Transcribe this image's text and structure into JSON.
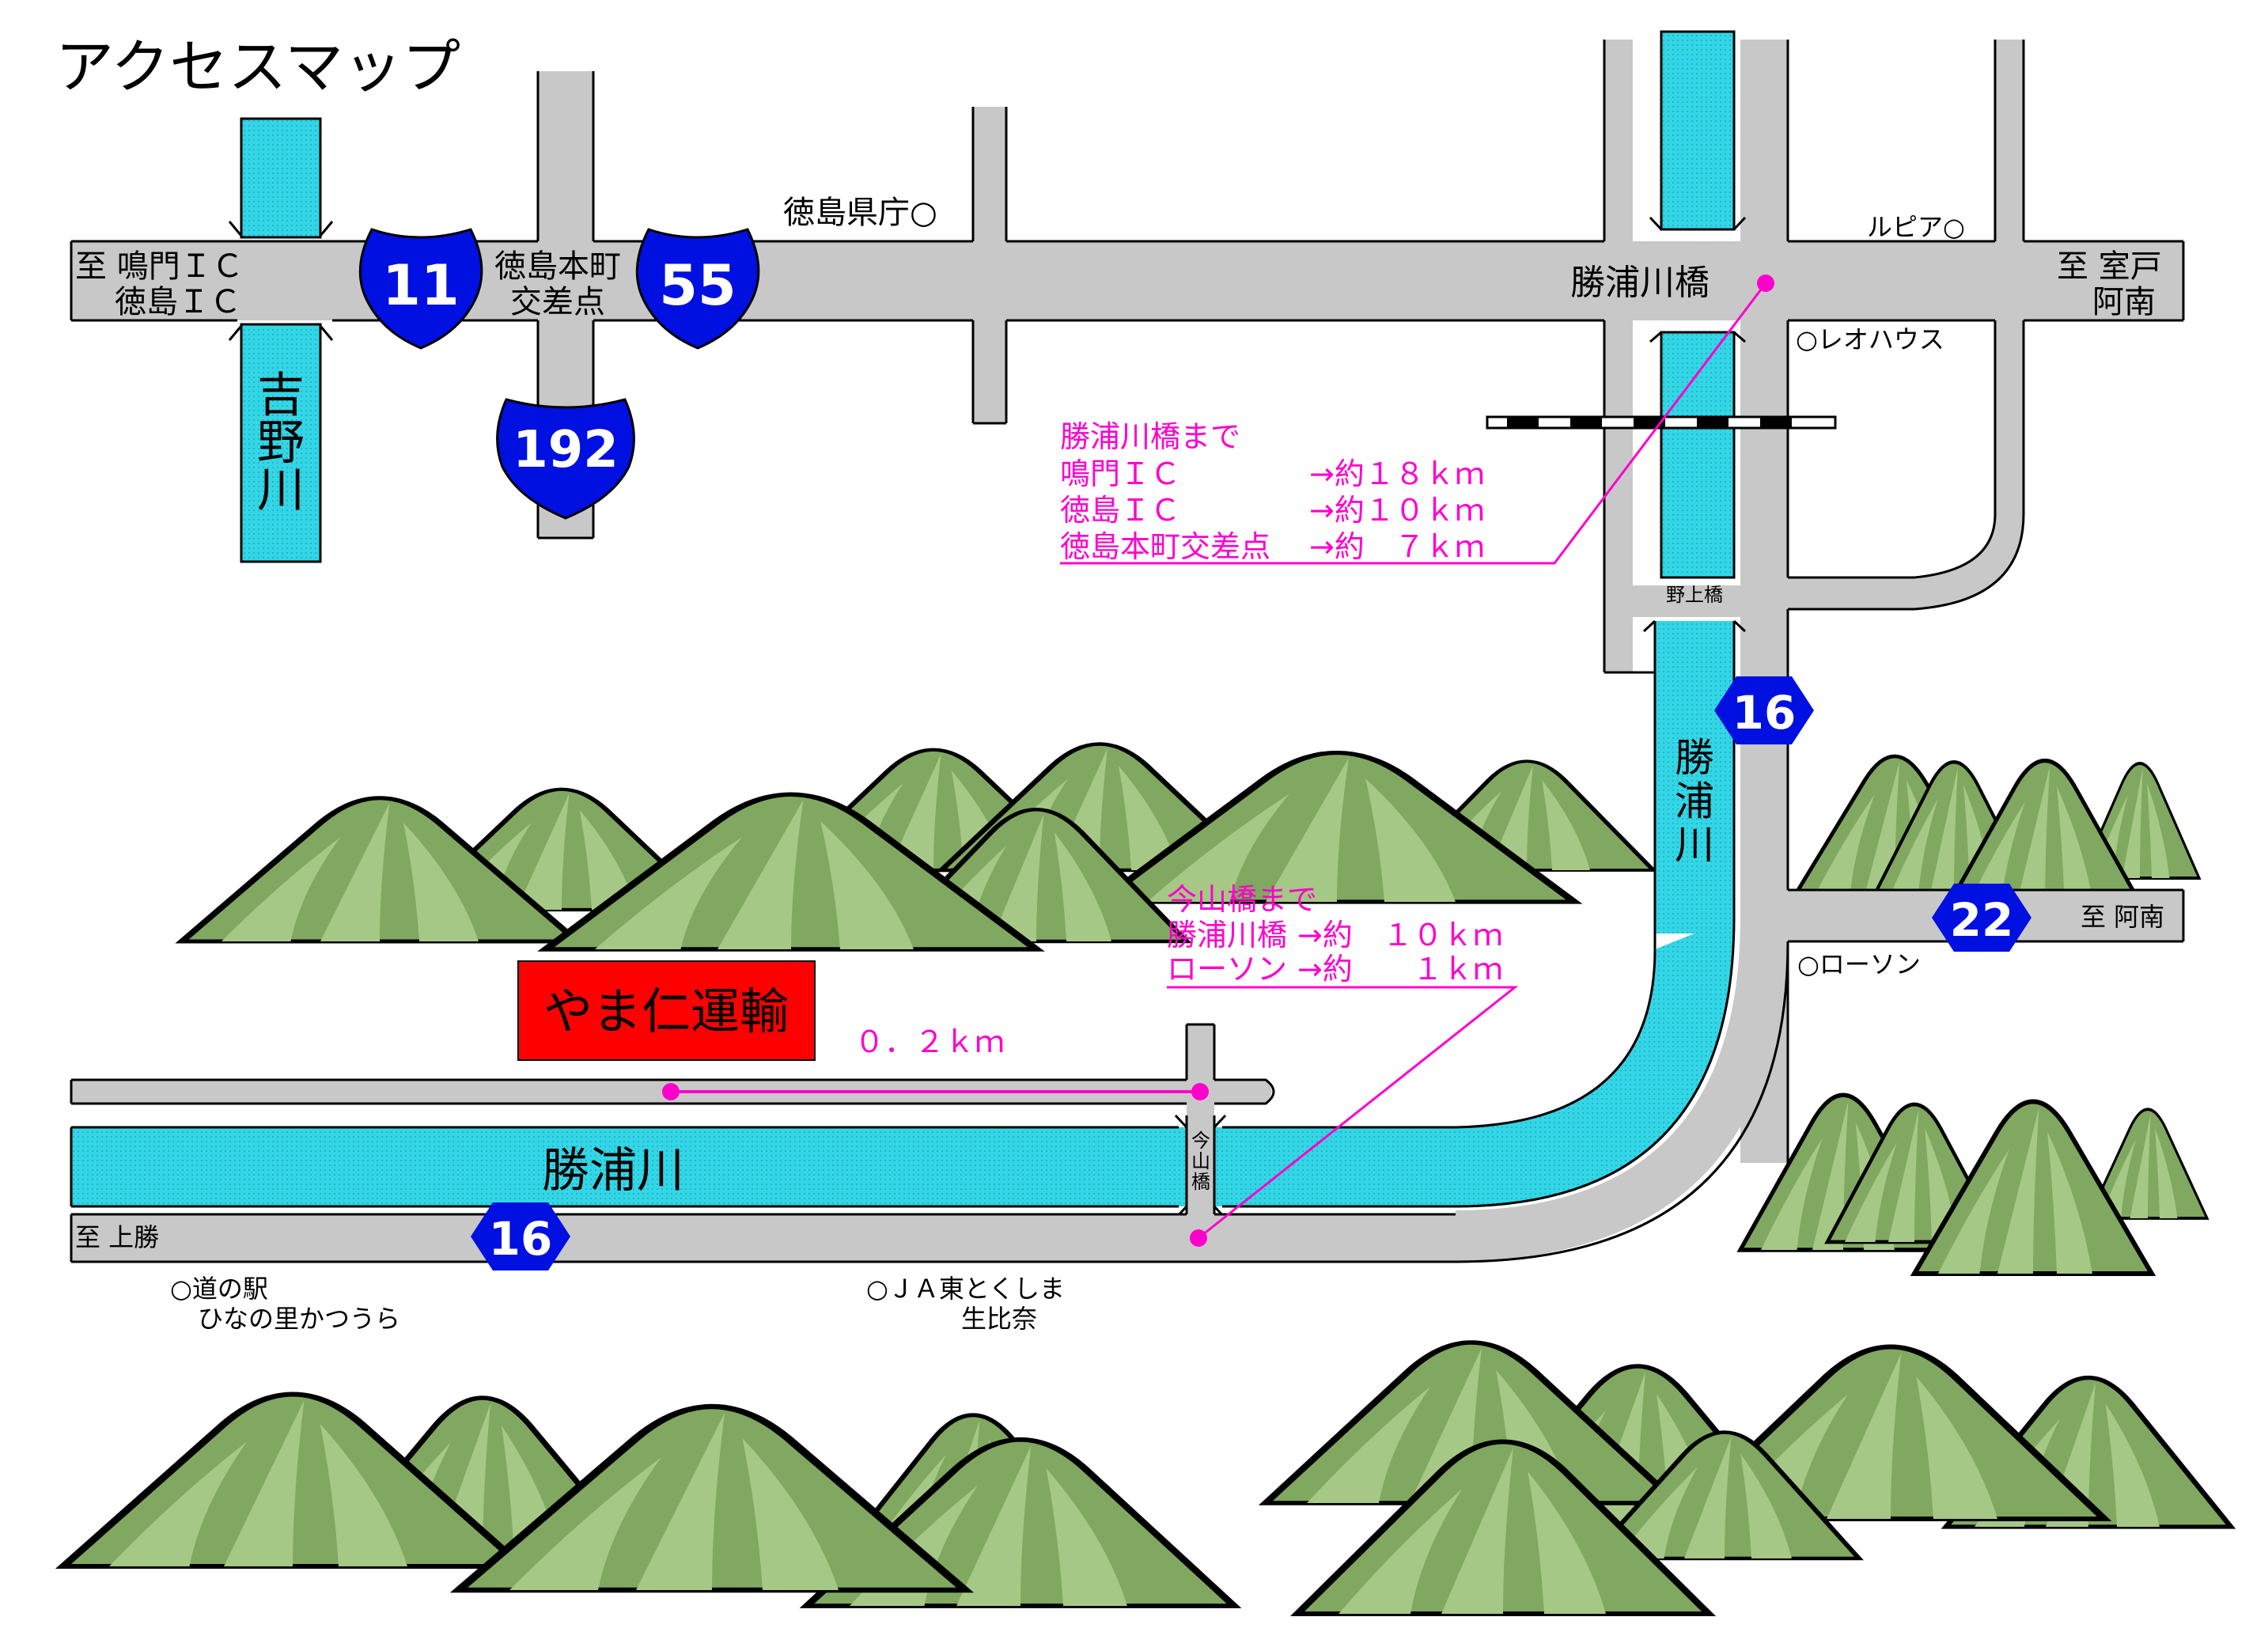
{
  "title": "アクセスマップ",
  "company": "やま仁運輸",
  "colors": {
    "river": "#33d6e6",
    "road": "#c8c8c8",
    "route_shield": "#0010e0",
    "company_box": "#ff0000",
    "annotation": "#ff00cc",
    "mountain": "#80a860"
  },
  "routes": {
    "r11": "11",
    "r55": "55",
    "r192": "192",
    "r16a": "16",
    "r16b": "16",
    "r22": "22"
  },
  "rivers": {
    "yoshino": [
      "吉",
      "野",
      "川"
    ],
    "katsuura_main": "勝浦川",
    "katsuura_vertical": [
      "勝",
      "浦",
      "川"
    ]
  },
  "labels": {
    "to_naruto": "至 鳴門ＩＣ",
    "to_tokushima_ic": "徳島ＩＣ",
    "honmachi_1": "徳島本町",
    "honmachi_2": "交差点",
    "prefectural_office": "徳島県庁○",
    "rupia": "ルピア○",
    "katsuura_bridge": "勝浦川橋",
    "to_muroto": "至 室戸",
    "anan_top": "阿南",
    "leohouse": "○レオハウス",
    "nogami_bridge": "野上橋",
    "to_anan": "至 阿南",
    "lawson": "○ローソン",
    "imayama": [
      "今",
      "山",
      "橋"
    ],
    "to_kamikatsu": "至 上勝",
    "michinoeki_1": "○道の駅",
    "michinoeki_2": "ひなの里かつうら",
    "ja_1": "○ＪＡ東とくしま",
    "ja_2": "生比奈"
  },
  "annotations": {
    "to_katsuura_bridge": {
      "heading": "勝浦川橋まで",
      "rows": [
        {
          "place": "鳴門ＩＣ",
          "dist": "→約１８ｋｍ"
        },
        {
          "place": "徳島ＩＣ",
          "dist": "→約１０ｋｍ"
        },
        {
          "place": "徳島本町交差点",
          "dist": "→約　７ｋｍ"
        }
      ]
    },
    "to_imayama": {
      "heading": "今山橋まで",
      "rows": [
        {
          "place": "勝浦川橋",
          "dist": "→約　１０ｋｍ"
        },
        {
          "place": "ローソン",
          "dist": "→約　　１ｋｍ"
        }
      ]
    },
    "short_distance": "０．２ｋｍ"
  }
}
